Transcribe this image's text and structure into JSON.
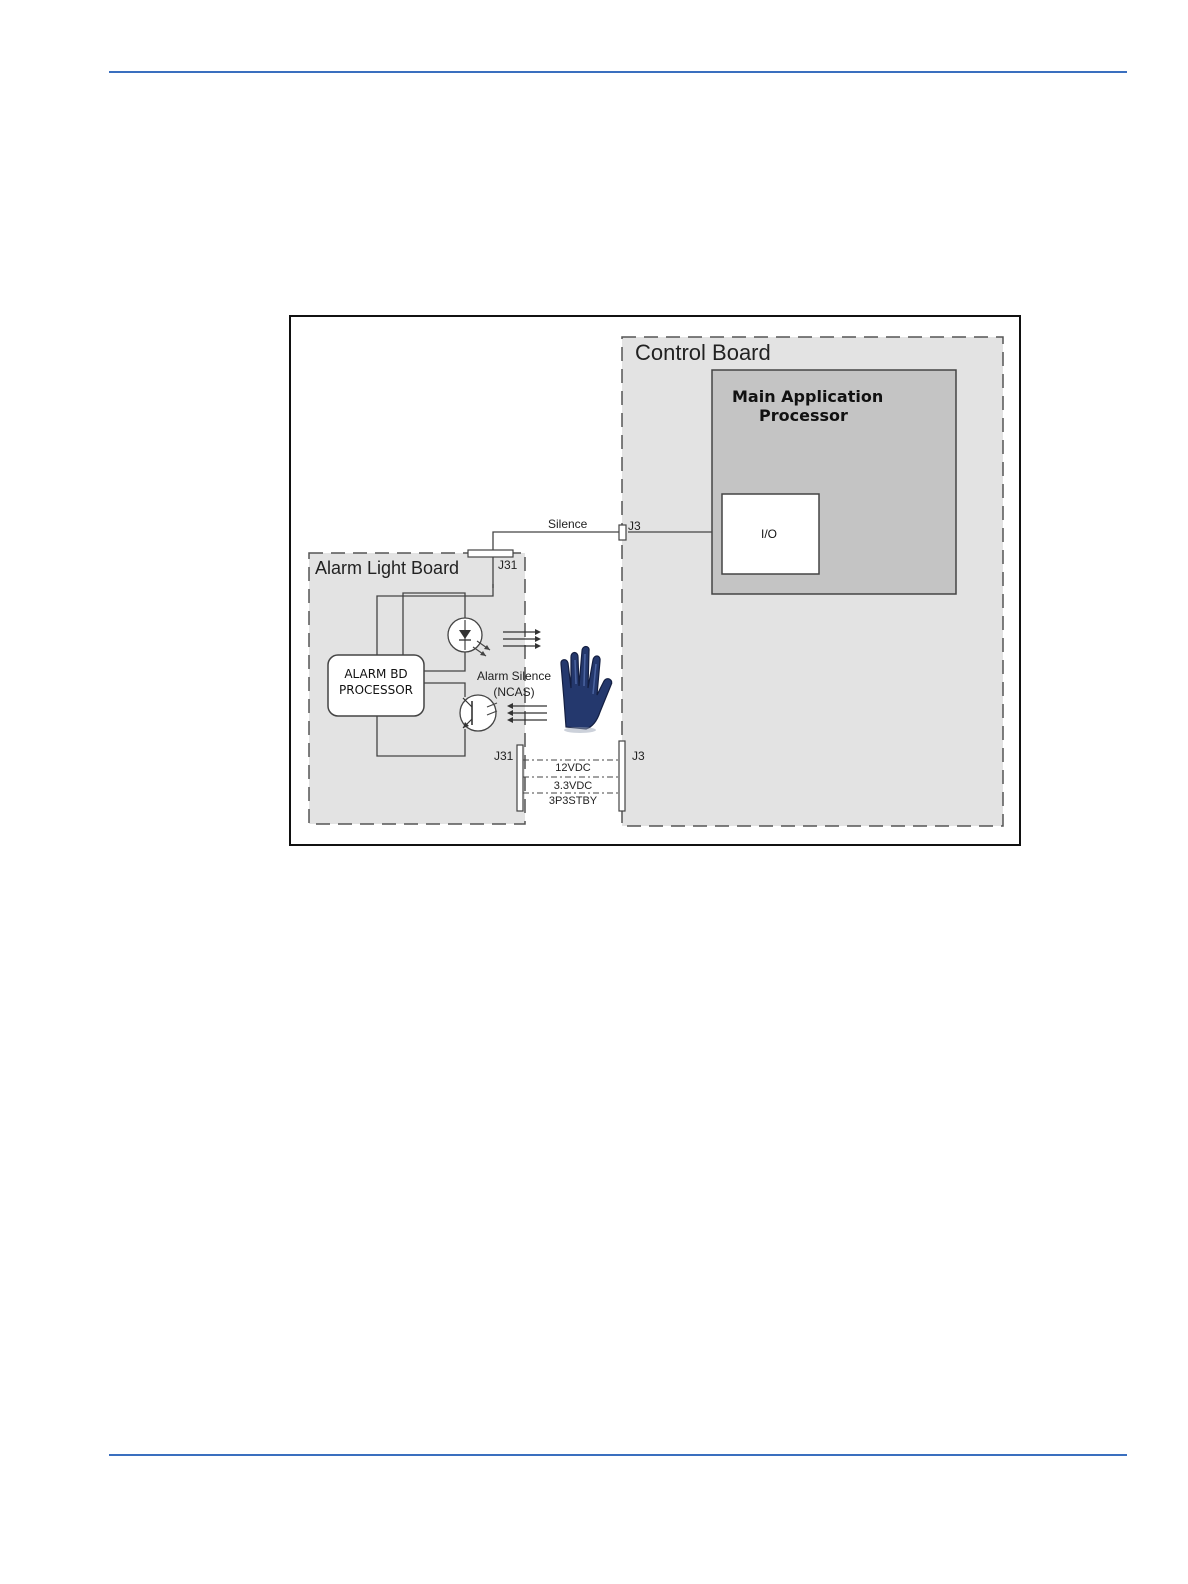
{
  "colors": {
    "rule": "#3a6fbf",
    "board_fill": "#e3e3e3",
    "processor_fill": "#c4c4c4",
    "glove": "#24386d",
    "line": "#444444"
  },
  "diagram": {
    "control_board": {
      "title": "Control Board",
      "processor_line1": "Main Application",
      "processor_line2": "Processor",
      "io_label": "I/O",
      "connector_top": "J3",
      "connector_bottom": "J3"
    },
    "alarm_light_board": {
      "title": "Alarm Light Board",
      "connector_top": "J31",
      "connector_bottom": "J31",
      "processor_line1": "ALARM BD",
      "processor_line2": "PROCESSOR"
    },
    "signals": {
      "silence": "Silence",
      "alarm_silence_line1": "Alarm Silence",
      "alarm_silence_line2": "(NCAS)",
      "power_12v": "12VDC",
      "power_3v3": "3.3VDC",
      "power_standby": "3P3STBY"
    },
    "icons": {
      "led": "led-diode-icon",
      "phototransistor": "phototransistor-icon",
      "hand": "hand-glove-icon"
    }
  }
}
